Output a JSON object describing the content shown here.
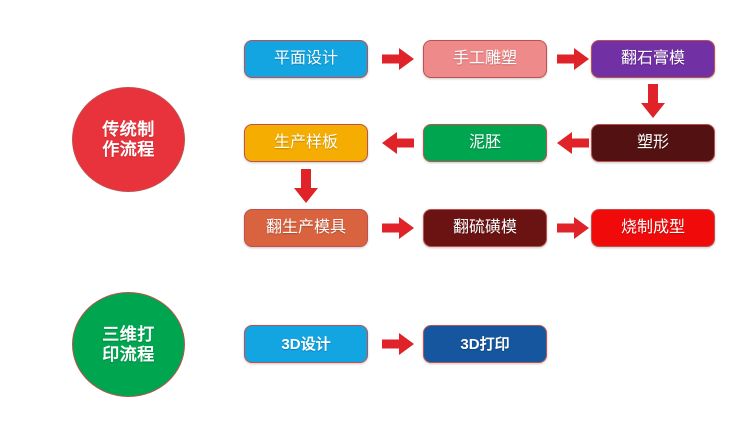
{
  "diagram": {
    "type": "flowchart",
    "background_color": "#ffffff",
    "node_border_color": "#c0504d",
    "arrow_color": "#e02229",
    "sections": [
      {
        "id": "traditional",
        "badge": {
          "name": "traditional-process-badge",
          "label": "传统制\n作流程",
          "shape": "circle",
          "fill_color": "#e8333c"
        },
        "nodes": [
          {
            "id": "n1",
            "label": "平面设计",
            "fill_color": "#12a5e2",
            "bold": false
          },
          {
            "id": "n2",
            "label": "手工雕塑",
            "fill_color": "#ef8a8a",
            "bold": false
          },
          {
            "id": "n3",
            "label": "翻石膏模",
            "fill_color": "#7130a3",
            "bold": false
          },
          {
            "id": "n4",
            "label": "塑形",
            "fill_color": "#531111",
            "bold": false
          },
          {
            "id": "n5",
            "label": "泥胚",
            "fill_color": "#00a550",
            "bold": false
          },
          {
            "id": "n6",
            "label": "生产样板",
            "fill_color": "#f4ad00",
            "bold": false
          },
          {
            "id": "n7",
            "label": "翻生产模具",
            "fill_color": "#d9633f",
            "bold": false
          },
          {
            "id": "n8",
            "label": "翻硫磺模",
            "fill_color": "#6b1212",
            "bold": false
          },
          {
            "id": "n9",
            "label": "烧制成型",
            "fill_color": "#f00a0a",
            "bold": false
          }
        ],
        "flow": [
          "平面设计 → 手工雕塑",
          "手工雕塑 → 翻石膏模",
          "翻石膏模 ↓ 塑形",
          "塑形 → 泥胚",
          "泥胚 → 生产样板",
          "生产样板 ↓ 翻生产模具",
          "翻生产模具 → 翻硫磺模",
          "翻硫磺模 → 烧制成型"
        ]
      },
      {
        "id": "printing",
        "badge": {
          "name": "printing-process-badge",
          "label": "三维打\n印流程",
          "shape": "circle",
          "fill_color": "#00a550"
        },
        "nodes": [
          {
            "id": "p1",
            "label": "3D设计",
            "fill_color": "#12a5e2",
            "bold": true
          },
          {
            "id": "p2",
            "label": "3D打印",
            "fill_color": "#15569e",
            "bold": true
          }
        ],
        "flow": [
          "3D设计 → 3D打印"
        ]
      }
    ]
  }
}
